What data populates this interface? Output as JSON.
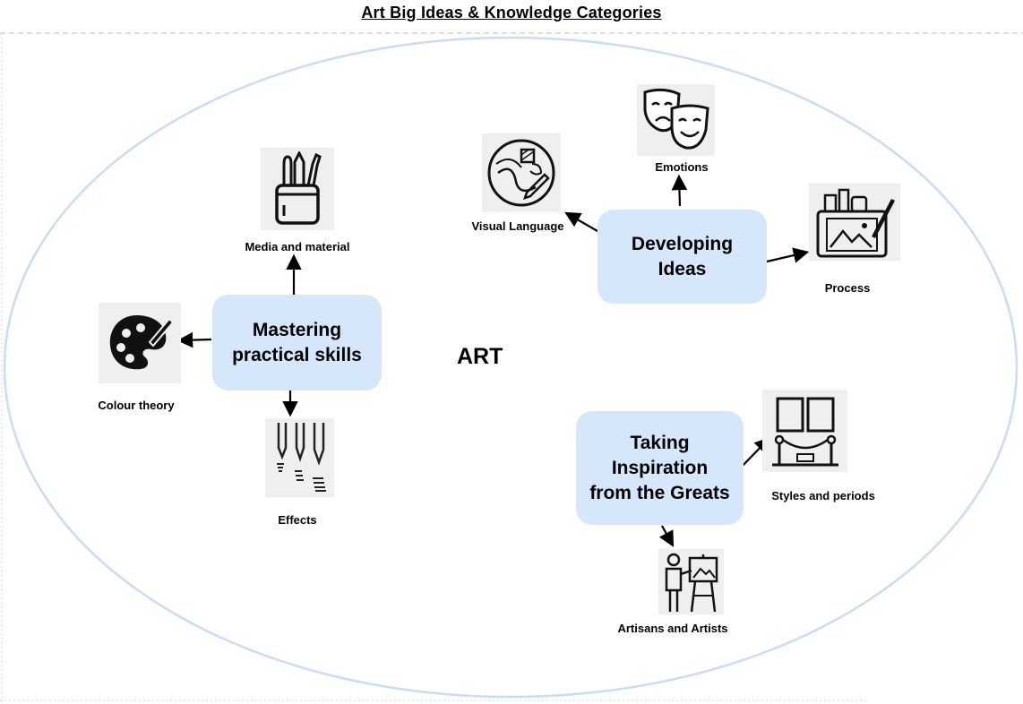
{
  "title": "Art Big Ideas & Knowledge Categories",
  "center_label": "ART",
  "hubs": {
    "mastering": "Mastering\npractical skills",
    "developing": "Developing\nIdeas",
    "inspiration": "Taking\nInspiration\nfrom the Greats"
  },
  "nodes": {
    "media": "Media and material",
    "colour": "Colour theory",
    "effects": "Effects",
    "visual": "Visual Language",
    "emotions": "Emotions",
    "process": "Process",
    "styles": "Styles and periods",
    "artisans": "Artisans and Artists"
  },
  "colors": {
    "hub_fill": "#d6e6fb",
    "ellipse_stroke": "#c9dcf3",
    "icon_bg": "#efefef"
  },
  "icons": {
    "media": "pencil-cup-icon",
    "colour": "palette-icon",
    "effects": "brushes-icon",
    "visual": "pen-drawing-icon",
    "emotions": "theatre-masks-icon",
    "process": "art-process-icon",
    "styles": "gallery-icon",
    "artisans": "artist-easel-icon"
  }
}
